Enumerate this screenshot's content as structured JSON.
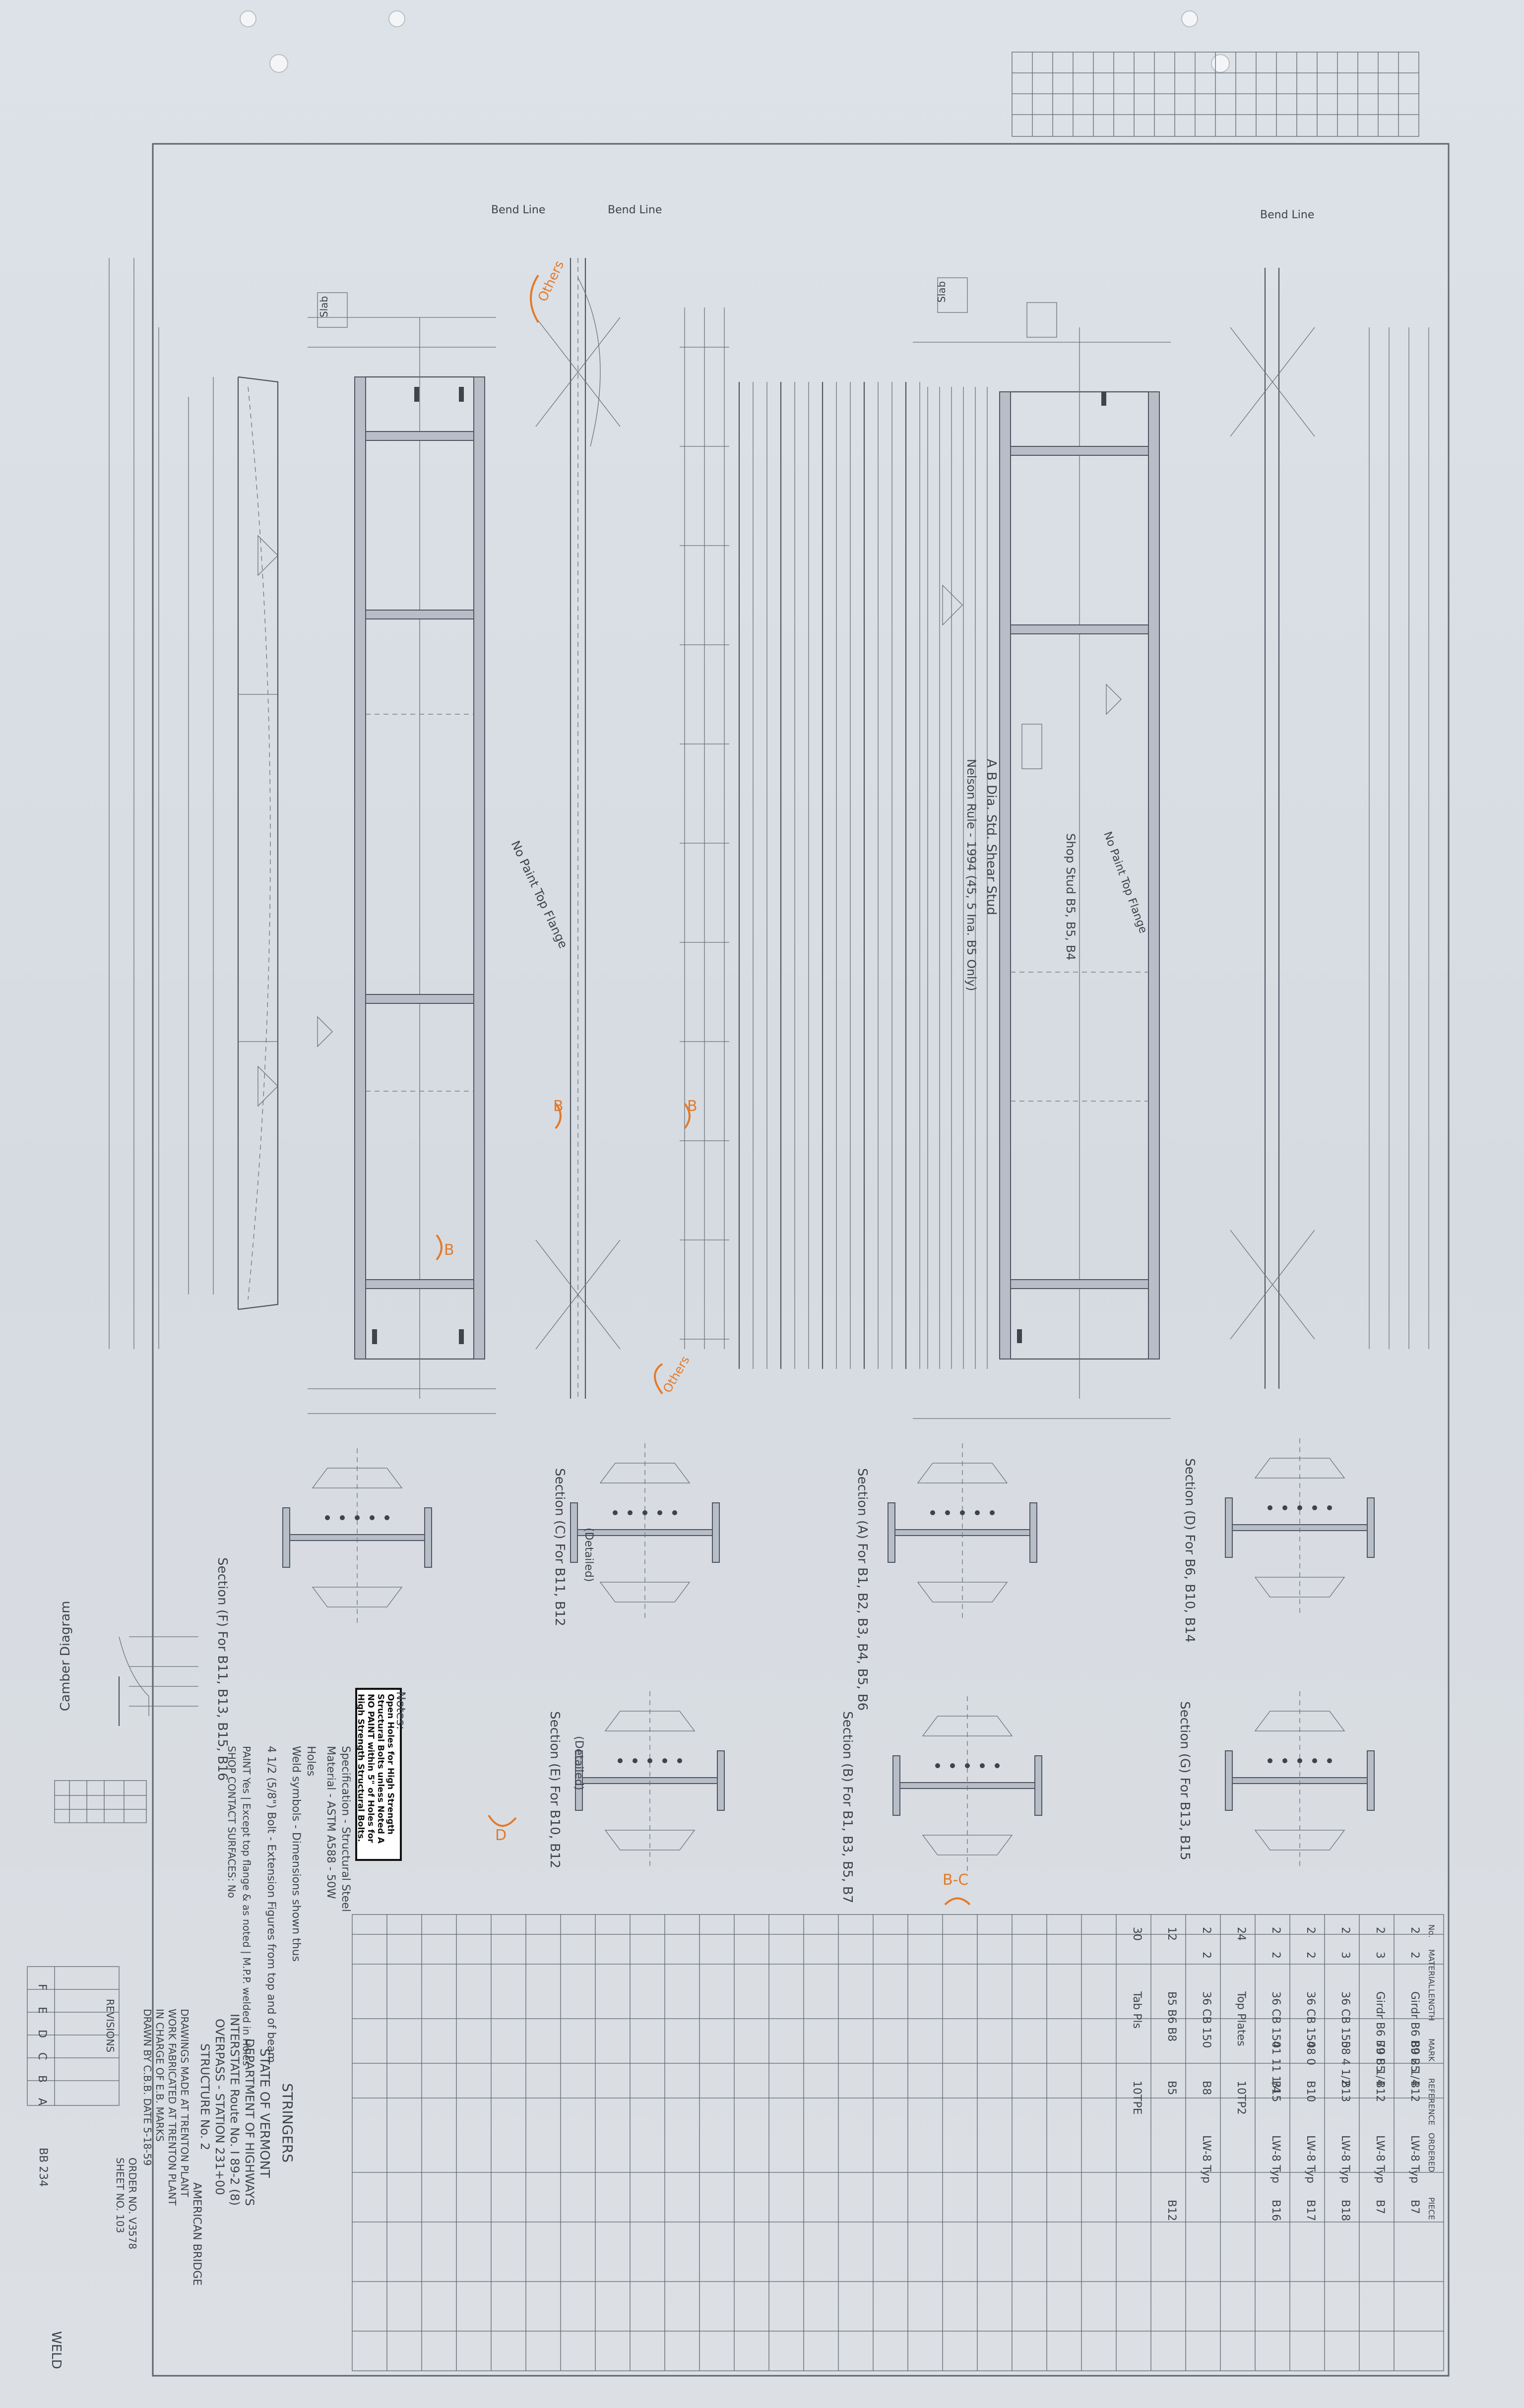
{
  "labels": {
    "bend_line_left_a": "Bend Line",
    "bend_line_left_b": "Bend Line",
    "bend_line_right": "Bend Line",
    "slab_left": "Slab",
    "slab_right": "Slab",
    "others_orange": "Others",
    "others_orange_bottom": "Others",
    "no_paint_left": "No Paint Top Flange",
    "no_paint_right": "No Paint Top Flange",
    "abdia_stud_1": "A B Dia. Std. Shear Stud",
    "abdia_stud_2": "Nelson Rule - 1994 (45, 5 Ina. B5 Only)",
    "shop_stud": "Shop Stud B5, B5, B4",
    "camber_diagram": "Camber Diagram",
    "section_f": "Section (F) For B11, B13, B15, B16",
    "section_c": "Section (C) For B11, B12",
    "section_a": "Section (A) For B1, B2, B3, B4, B5, B6",
    "section_d": "Section (D) For B6, B10, B14",
    "section_e": "Section (E) For B10, B12",
    "section_b": "Section (B) For B1, B3, B5, B7",
    "section_g": "Section (G) For B13, B15",
    "detailed": "(Detailed)",
    "notes_heading": "Notes:",
    "note_1": "Specification - Structural Steel",
    "note_2": "Material - ASTM A588 - 50W",
    "note_3": "Holes",
    "note_4": "Weld symbols - Dimensions shown thus",
    "note_5": "4 1/2 (5/8\") Bolt - Extension Figures from top and of beam",
    "paint_note": "PAINT Yes | Except top flange & as noted | M.P.P. welded in Holes",
    "shop_contact": "SHOP CONTACT SURFACES: No",
    "warning_1": "Open Holes for High Strength",
    "warning_2": "Structural Bolts unless Noted A",
    "warning_3": "NO PAINT within 5\" of Holes for",
    "warning_4": "High Strength Structural Bolts.",
    "orange_b1": "B",
    "orange_b2": "B",
    "orange_b3": "B",
    "orange_d": "D",
    "orange_bc": "B-C"
  },
  "title_block": {
    "heading": "STRINGERS",
    "line1": "STATE OF VERMONT",
    "line2": "DEPARTMENT OF HIGHWAYS",
    "line3": "INTERSTATE Route No. I 89-2 (8)",
    "line4": "OVERPASS - STATION 231+00",
    "line5": "STRUCTURE No. 2",
    "made_at": "DRAWINGS MADE AT TRENTON PLANT",
    "fabricated_at": "WORK FABRICATED AT TRENTON PLANT",
    "in_charge": "IN CHARGE OF E.B. MARKS",
    "drawn_by": "DRAWN BY C.B.B. DATE 5-18-59",
    "company": "AMERICAN BRIDGE",
    "order_no": "ORDER NO. V3578",
    "sheet_no": "SHEET NO. 103",
    "revisions": "REVISIONS",
    "bbe": "BB 234",
    "weld": "WELD"
  },
  "bill_of_material": {
    "headers": [
      "No.",
      "MATERIAL",
      "LENGTH",
      "MARK",
      "REFERENCE",
      "ORDERED",
      "PIECE"
    ],
    "rows": [
      [
        "2",
        "2",
        "Girdr B6 B9 B5",
        "80 2 1/4",
        "B12",
        "LW-8 Typ",
        "B7"
      ],
      [
        "2",
        "3",
        "Girdr B6 B9 B5",
        "70 8 1/4",
        "B12",
        "LW-8 Typ",
        "B7"
      ],
      [
        "2",
        "3",
        "36 CB 150",
        "58 4 1/2",
        "B13",
        "LW-8 Typ",
        "B18"
      ],
      [
        "2",
        "2",
        "36 CB 150",
        "48 0",
        "B10",
        "LW-8 Typ",
        "B17"
      ],
      [
        "2",
        "2",
        "36 CB 150",
        "41 11 1/4",
        "B15",
        "LW-8 Typ",
        "B16"
      ],
      [
        "24",
        "",
        "Top Plates",
        "",
        "10TP2",
        "",
        ""
      ],
      [
        "2",
        "2",
        "36 CB 150",
        "",
        "B8",
        "LW-8 Typ",
        ""
      ],
      [
        "12",
        "",
        "B5 B6 B8",
        "",
        "B5",
        "",
        "B12"
      ],
      [
        "30",
        "",
        "Tab Pls",
        "",
        "10TPE",
        "",
        ""
      ]
    ]
  },
  "revision_table": {
    "letters": [
      "A",
      "B",
      "C",
      "D",
      "E",
      "F"
    ]
  }
}
